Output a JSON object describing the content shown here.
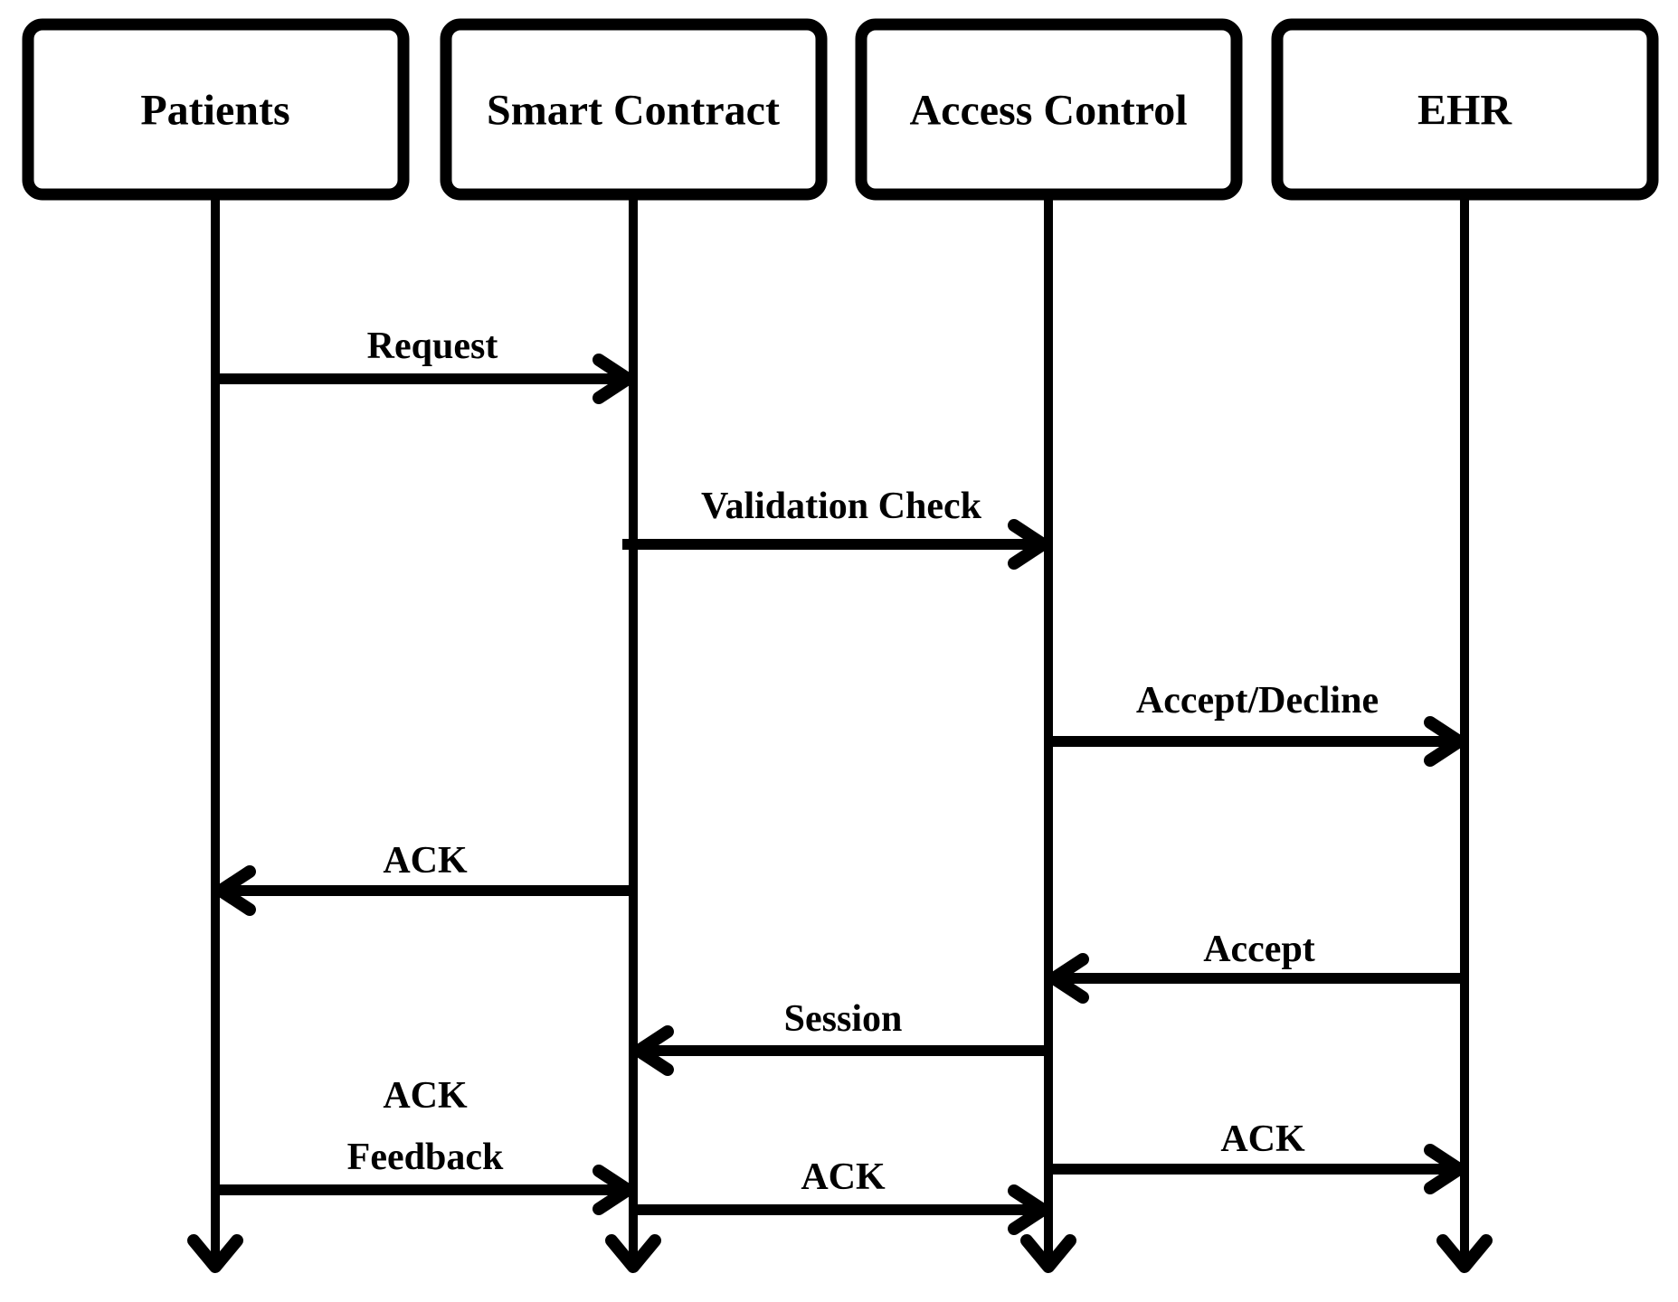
{
  "diagram": {
    "type": "sequence-diagram",
    "background_color": "#ffffff",
    "line_color": "#000000",
    "actors": [
      {
        "label": "Patients"
      },
      {
        "label": "Smart Contract"
      },
      {
        "label": "Access Control"
      },
      {
        "label": "EHR"
      }
    ],
    "messages": [
      {
        "label": "Request",
        "from": "Patients",
        "to": "Smart Contract",
        "direction": "right"
      },
      {
        "label": "Validation Check",
        "from": "Smart Contract",
        "to": "Access Control",
        "direction": "right"
      },
      {
        "label": "Accept/Decline",
        "from": "Access Control",
        "to": "EHR",
        "direction": "right"
      },
      {
        "label": "ACK",
        "from": "Smart Contract",
        "to": "Patients",
        "direction": "left"
      },
      {
        "label": "Accept",
        "from": "EHR",
        "to": "Access Control",
        "direction": "left"
      },
      {
        "label": "Session",
        "from": "Access Control",
        "to": "Smart Contract",
        "direction": "left"
      },
      {
        "label_lines": [
          "ACK",
          "Feedback"
        ],
        "from": "Patients",
        "to": "Smart Contract",
        "direction": "right"
      },
      {
        "label": "ACK",
        "from": "Smart Contract",
        "to": "Access Control",
        "direction": "right"
      },
      {
        "label": "ACK",
        "from": "Access Control",
        "to": "EHR",
        "direction": "right"
      }
    ]
  }
}
